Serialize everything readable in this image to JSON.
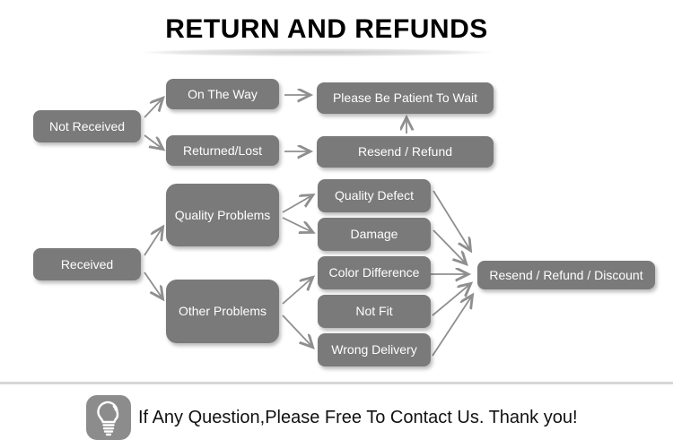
{
  "title": "RETURN AND REFUNDS",
  "flowchart": {
    "nodes": {
      "not_received": {
        "label": "Not Received"
      },
      "on_the_way": {
        "label": "On The Way"
      },
      "returned_lost": {
        "label": "Returned/Lost"
      },
      "please_wait": {
        "label": "Please Be Patient To Wait"
      },
      "resend_refund": {
        "label": "Resend / Refund"
      },
      "received": {
        "label": "Received"
      },
      "quality_problems": {
        "label": "Quality Problems"
      },
      "other_problems": {
        "label": "Other Problems"
      },
      "quality_defect": {
        "label": "Quality Defect"
      },
      "damage": {
        "label": "Damage"
      },
      "color_difference": {
        "label": "Color Difference"
      },
      "not_fit": {
        "label": "Not Fit"
      },
      "wrong_delivery": {
        "label": "Wrong Delivery"
      },
      "resend_refund_discount": {
        "label": "Resend / Refund / Discount"
      }
    },
    "edges": [
      {
        "from": "not_received",
        "to": "on_the_way"
      },
      {
        "from": "not_received",
        "to": "returned_lost"
      },
      {
        "from": "on_the_way",
        "to": "please_wait"
      },
      {
        "from": "returned_lost",
        "to": "resend_refund"
      },
      {
        "from": "resend_refund",
        "to": "please_wait"
      },
      {
        "from": "received",
        "to": "quality_problems"
      },
      {
        "from": "received",
        "to": "other_problems"
      },
      {
        "from": "quality_problems",
        "to": "quality_defect"
      },
      {
        "from": "quality_problems",
        "to": "damage"
      },
      {
        "from": "other_problems",
        "to": "color_difference"
      },
      {
        "from": "other_problems",
        "to": "wrong_delivery"
      },
      {
        "from": "quality_defect",
        "to": "resend_refund_discount"
      },
      {
        "from": "damage",
        "to": "resend_refund_discount"
      },
      {
        "from": "color_difference",
        "to": "resend_refund_discount"
      },
      {
        "from": "not_fit",
        "to": "resend_refund_discount"
      },
      {
        "from": "wrong_delivery",
        "to": "resend_refund_discount"
      }
    ]
  },
  "footer": {
    "icon": "lightbulb-icon",
    "message": "If Any Question,Please Free To Contact Us. Thank you!"
  },
  "colors": {
    "node_fill": "#7a7a7a",
    "node_text": "#ffffff",
    "arrow": "#8f8f8f",
    "title_text": "#000000",
    "divider": "#d6d6d6",
    "icon_fill": "#8c8c8c"
  }
}
